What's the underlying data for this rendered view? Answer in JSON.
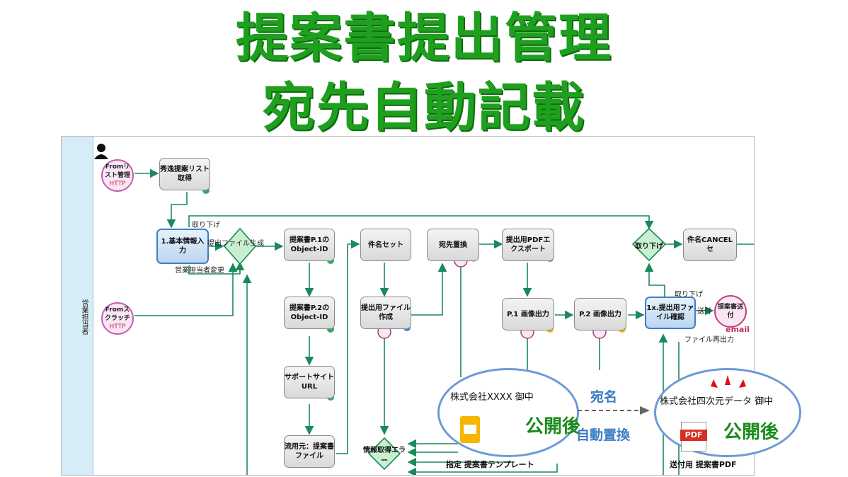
{
  "title": {
    "line1": "提案書提出管理",
    "line2": "宛先自動記載"
  },
  "lane": {
    "label": "営業担当者"
  },
  "events": {
    "from_list": "Fromリスト管理",
    "from_list_proto": "HTTP",
    "from_scratch": "Fromスクラッチ",
    "from_scratch_proto": "HTTP",
    "send_doc": "提案書送付",
    "send_proto": "email"
  },
  "tasks": {
    "t_list": "秀逸提案リスト取得",
    "t_basic": "1.基本情報入力",
    "t_p1oid": "提案書P.1のObject-ID",
    "t_p2oid": "提案書P.2のObject-ID",
    "t_support": "サポートサイトURL",
    "t_source": "流用元：提案書ファイル",
    "t_subject": "件名セット",
    "t_file": "提出用ファイル作成",
    "t_replace": "宛先置換",
    "t_pdf": "提出用PDFエクスポート",
    "t_p1img": "P.1 画像出力",
    "t_p2img": "P.2 画像出力",
    "t_confirm": "1x.提出用ファイル確認",
    "t_cancel": "件名CANCEL セ",
    "t_error": "情報取得エラー"
  },
  "gateways": {
    "g_withdraw": "取り下げ"
  },
  "flow_labels": {
    "withdraw_top": "取り下げ",
    "gen_file": "提出ファイル生成",
    "change_owner": "営業担当者変更",
    "withdraw2": "取り下げ",
    "send": "送付",
    "reout": "ファイル再出力"
  },
  "callout": {
    "left_text": "株式会社XXXX 御中",
    "left_big": "公開後",
    "right_text": "株式会社四次元データ 御中",
    "right_big": "公開後",
    "label_line1": "宛名",
    "label_line2": "自動置換",
    "template_caption": "指定 提案書テンプレート",
    "pdf_caption": "送付用 提案書PDF",
    "pdf_icon_text": "PDF"
  },
  "colors": {
    "title": "#1ea01e",
    "flow": "#1a8a5a",
    "callout_border": "#6d9ad8"
  }
}
